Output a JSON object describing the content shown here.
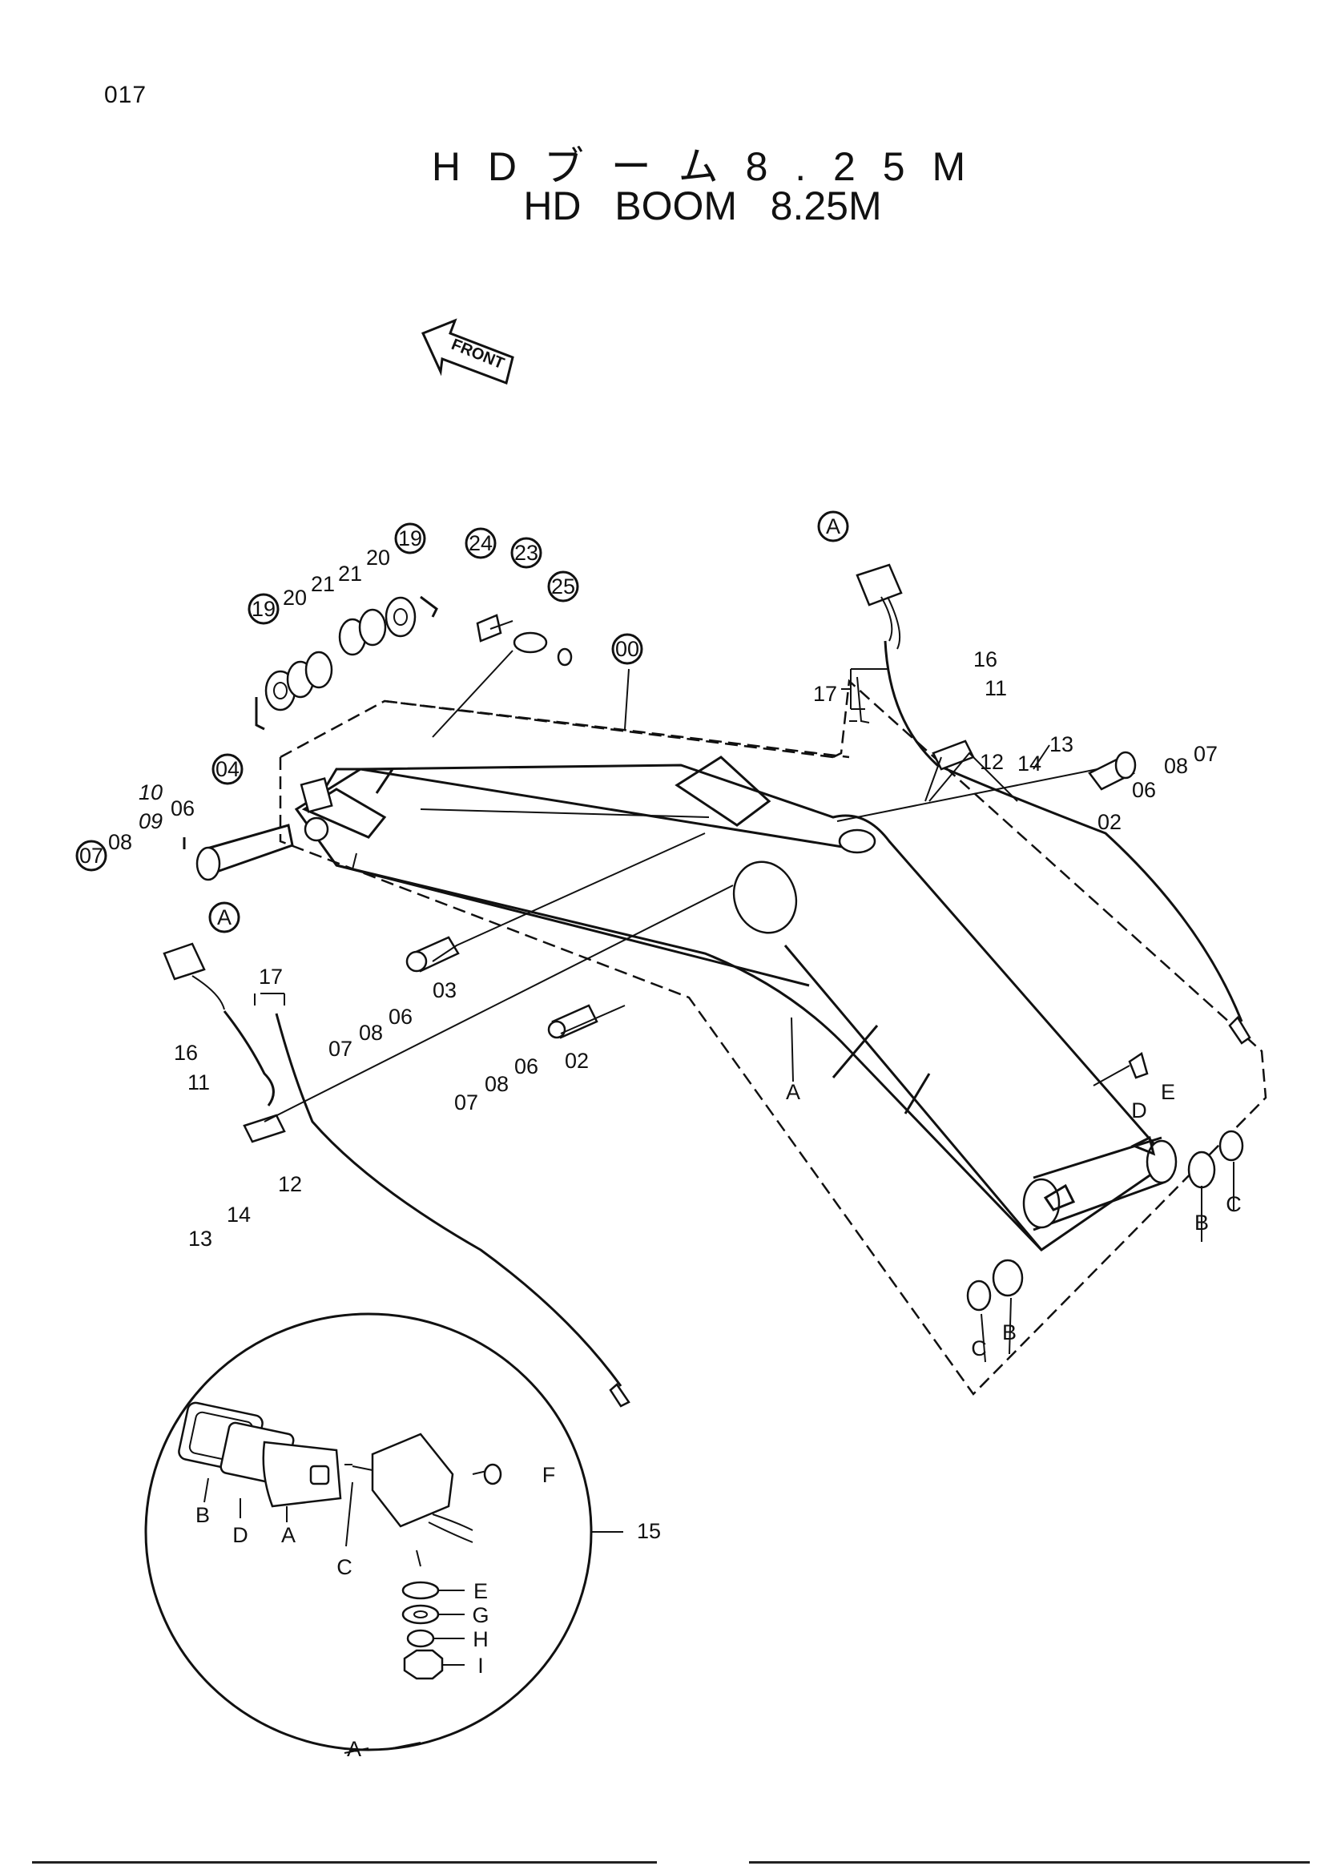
{
  "page_number": "017",
  "title_jp": "H D ブ ー ム 8 . 2 5 M",
  "title_en": "HD   BOOM   8.25M",
  "front_label": "FRONT",
  "callouts_circled": [
    "00",
    "04",
    "07",
    "19",
    "19",
    "23",
    "24",
    "25",
    "A",
    "A"
  ],
  "callouts_handwritten": [
    "10",
    "09"
  ],
  "callouts": {
    "c00": "00",
    "c02a": "02",
    "c02b": "02",
    "c03": "03",
    "c04": "04",
    "c06a": "06",
    "c06b": "06",
    "c06c": "06",
    "c06d": "06",
    "c07a": "07",
    "c07b": "07",
    "c07c": "07",
    "c07d": "07",
    "c08a": "08",
    "c08b": "08",
    "c08c": "08",
    "c08d": "08",
    "c09": "09",
    "c10": "10",
    "c11a": "11",
    "c11b": "11",
    "c12a": "12",
    "c12b": "12",
    "c13a": "13",
    "c13b": "13",
    "c14a": "14",
    "c14b": "14",
    "c15": "15",
    "c16a": "16",
    "c16b": "16",
    "c17a": "17",
    "c17b": "17",
    "c19a": "19",
    "c19b": "19",
    "c20a": "20",
    "c20b": "20",
    "c21a": "21",
    "c21b": "21",
    "c23": "23",
    "c24": "24",
    "c25": "25",
    "cAtop": "A",
    "cAleft": "A",
    "cAboom": "A",
    "cAdetail": "A",
    "cAbottom": "A",
    "cBright": "B",
    "cBlow": "B",
    "cBdetail": "B",
    "cCright": "C",
    "cClow": "C",
    "cCdetail": "C",
    "cDright": "D",
    "cDdetail": "D",
    "cEright": "E",
    "cEdetail": "E",
    "cFdetail": "F",
    "cGdetail": "G",
    "cHdetail": "H",
    "cIdetail": "I"
  }
}
